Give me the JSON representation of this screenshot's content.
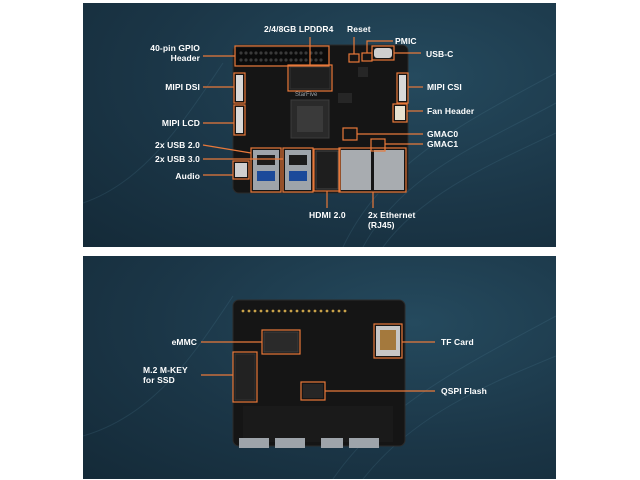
{
  "top_panel": {
    "labels": {
      "gpio": "40-pin GPIO\nHeader",
      "lpddr4": "2/4/8GB LPDDR4",
      "reset": "Reset",
      "pmic": "PMIC",
      "usbc": "USB-C",
      "mipi_dsi": "MIPI DSI",
      "mipi_csi": "MIPI CSI",
      "fan": "Fan Header",
      "mipi_lcd": "MIPI LCD",
      "gmac0": "GMAC0",
      "gmac1": "GMAC1",
      "usb2": "2x USB 2.0",
      "usb3": "2x USB 3.0",
      "audio": "Audio",
      "hdmi": "HDMI 2.0",
      "ethernet": "2x Ethernet\n(RJ45)"
    },
    "board_logo": "StarFive"
  },
  "bottom_panel": {
    "labels": {
      "emmc": "eMMC",
      "m2": "M.2 M-KEY\nfor SSD",
      "tf": "TF Card",
      "qspi": "QSPI Flash"
    }
  },
  "colors": {
    "accent": "#e8793a",
    "panel": "#1b3647",
    "board": "#141414",
    "text": "#ffffff"
  }
}
